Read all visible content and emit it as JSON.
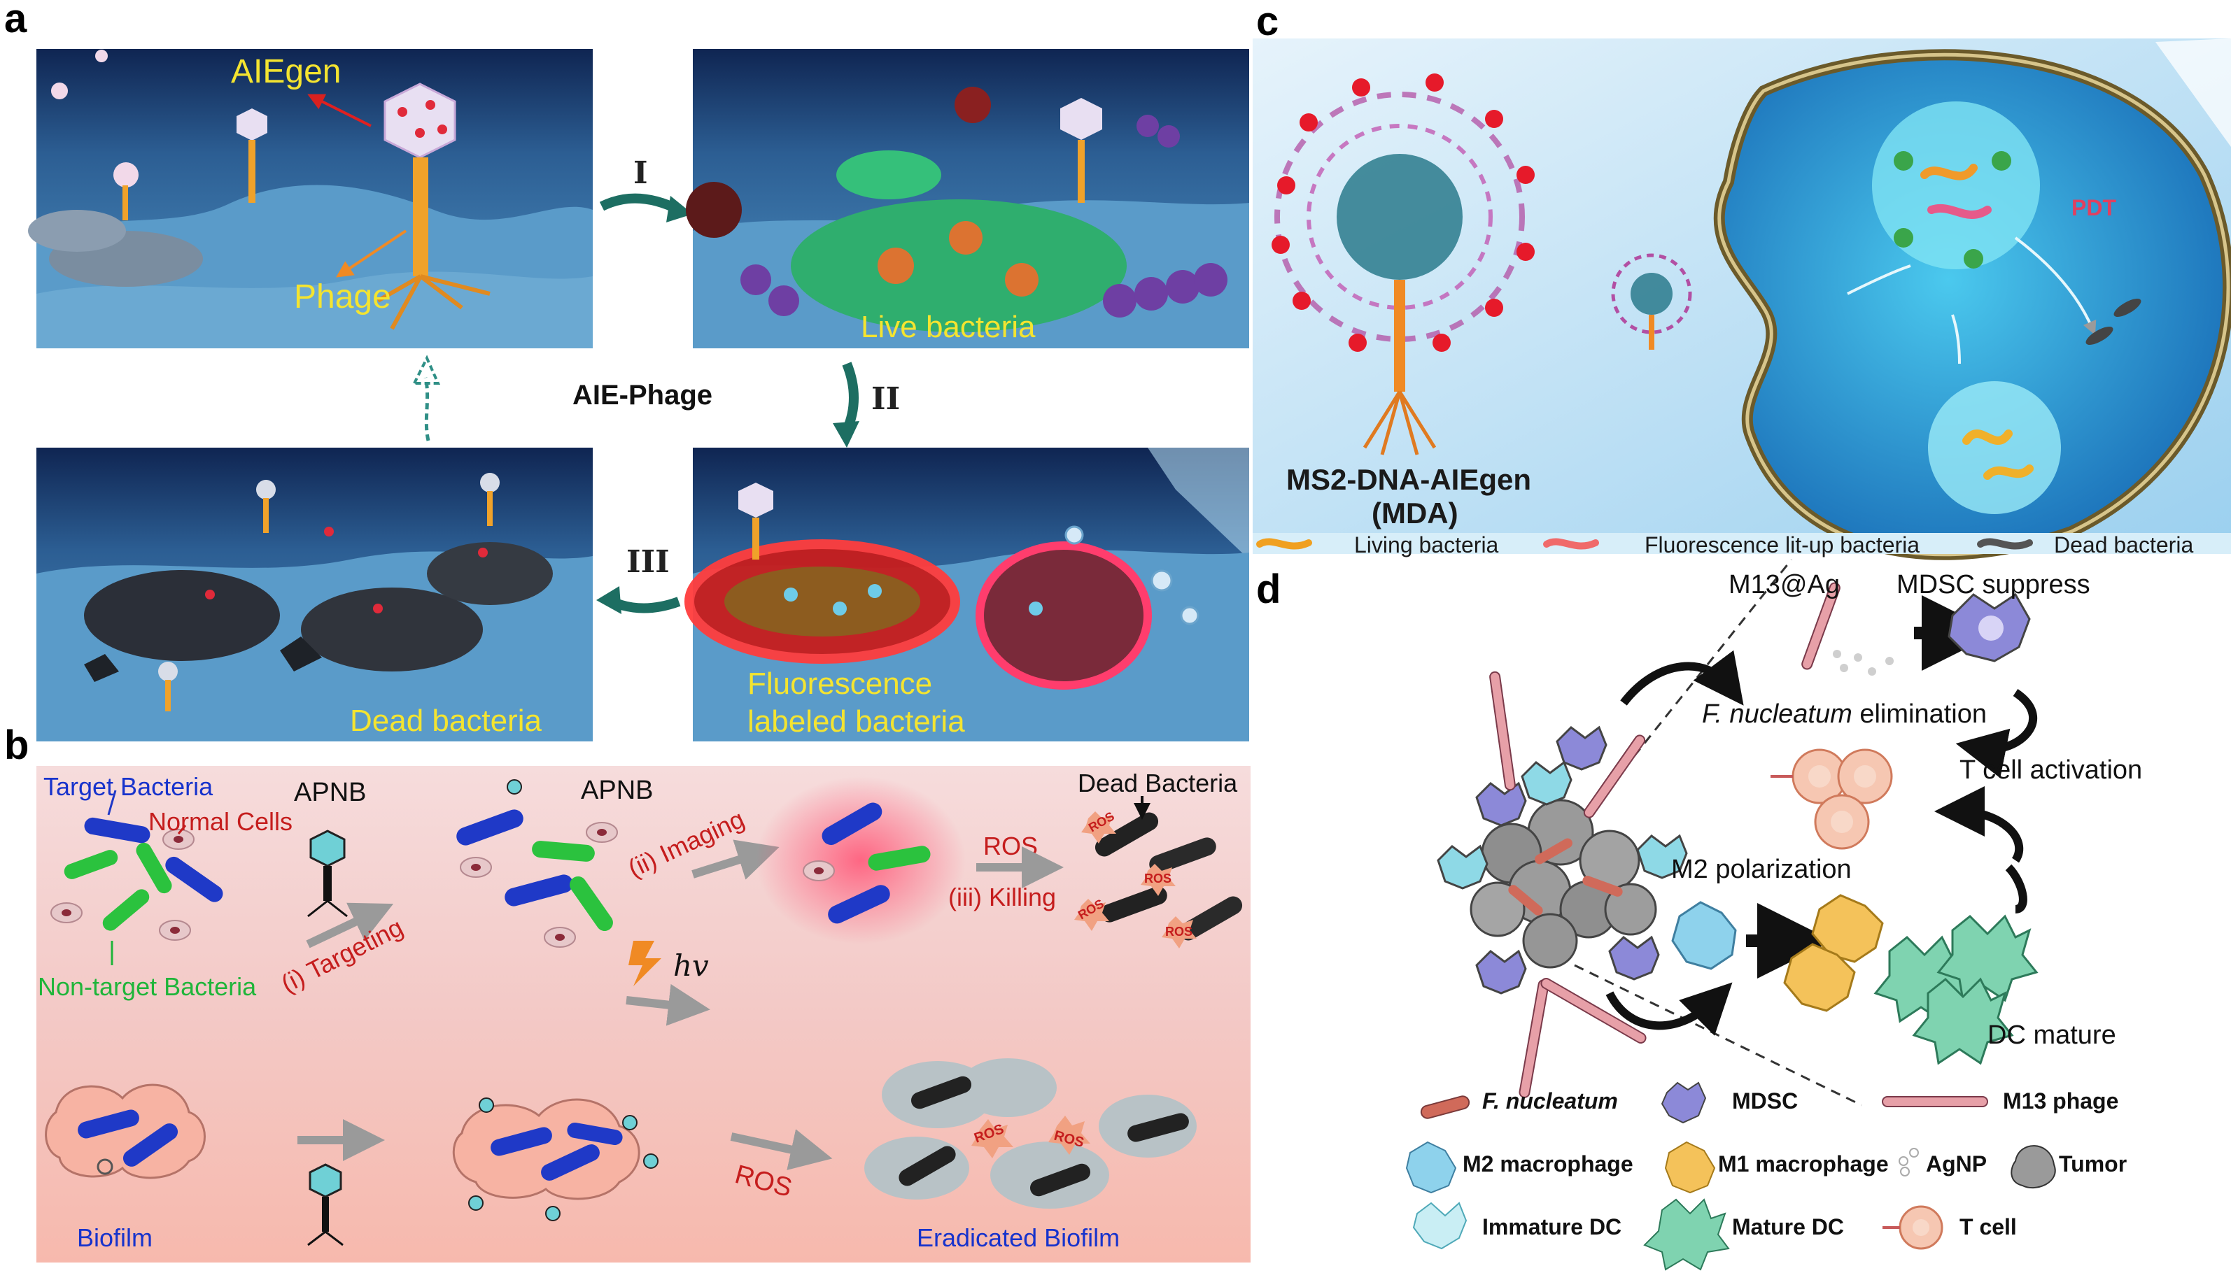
{
  "panels": {
    "a": {
      "letter": "a",
      "label_aiegen": "AIEgen",
      "label_phage": "Phage",
      "label_live": "Live bacteria",
      "label_dead": "Dead bacteria",
      "label_fluor_line1": "Fluorescence",
      "label_fluor_line2": "labeled bacteria",
      "center_label": "AIE-Phage",
      "step_1": "I",
      "step_2": "II",
      "step_3": "III"
    },
    "b": {
      "letter": "b",
      "target_bacteria": "Target Bacteria",
      "normal_cells": "Normal Cells",
      "non_target": "Non-target Bacteria",
      "apnb_1": "APNB",
      "apnb_2": "APNB",
      "targeting": "(i) Targeting",
      "imaging": "(ii) Imaging",
      "killing": "(iii) Killing",
      "ros_top": "ROS",
      "dead_bacteria": "Dead Bacteria",
      "hv": "hv",
      "biofilm": "Biofilm",
      "ros_bottom": "ROS",
      "eradicated": "Eradicated Biofilm",
      "ros_badge": "ROS"
    },
    "c": {
      "letter": "c",
      "mda_line1": "MS2-DNA-AIEgen",
      "mda_line2": "(MDA)",
      "pdt": "PDT",
      "legend_living": "Living bacteria",
      "legend_fluor": "Fluorescence lit-up bacteria",
      "legend_dead": "Dead  bacteria"
    },
    "d": {
      "letter": "d",
      "m13ag": "M13@Ag",
      "mdsc_suppress": "MDSC suppress",
      "fn_italic": "F. nucleatum",
      "fn_rest": " elimination",
      "t_cell_activation": "T cell activation",
      "m2_polarization": "M2 polarization",
      "dc_mature": "DC mature",
      "legend": [
        {
          "key": "f-nucleatum",
          "label": "F. nucleatum"
        },
        {
          "key": "mdsc",
          "label": "MDSC"
        },
        {
          "key": "m13-phage",
          "label": "M13 phage"
        },
        {
          "key": "m2-macrophage",
          "label": "M2 macrophage"
        },
        {
          "key": "m1-macrophage",
          "label": "M1 macrophage"
        },
        {
          "key": "agnp",
          "label": "AgNP"
        },
        {
          "key": "tumor",
          "label": "Tumor"
        },
        {
          "key": "immature-dc",
          "label": "Immature DC"
        },
        {
          "key": "mature-dc",
          "label": "Mature DC"
        },
        {
          "key": "t-cell",
          "label": "T cell"
        }
      ]
    }
  },
  "colors": {
    "scene_blue": "#3f86b8",
    "scene_dark": "#112a55",
    "arrow_teal": "#1d6e62",
    "text_yellow": "#f4e430",
    "text_red": "#c51d1d",
    "text_blue": "#1733cc",
    "text_green": "#1fb53a",
    "bg_pink": "#f3cfcd",
    "ros_orange": "#f08a5c"
  }
}
